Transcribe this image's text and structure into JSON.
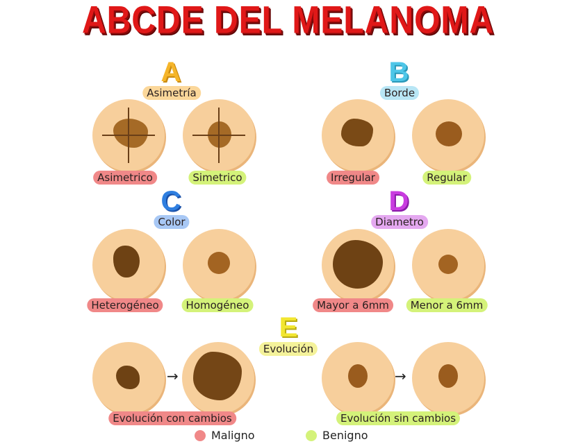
{
  "title": "ABCDE DEL MELANOMA",
  "colors": {
    "title": "#e01818",
    "maligno": "#f08888",
    "benigno": "#d4f27a",
    "skin": "#f7cf9c",
    "mole": "#8a5218"
  },
  "sections": {
    "A": {
      "letter": "A",
      "letter_color": "#f5b52a",
      "label": "Asimetría",
      "label_bg": "#fbd79a",
      "left": {
        "label": "Asimetrico",
        "type": "maligno"
      },
      "right": {
        "label": "Simetrico",
        "type": "benigno"
      }
    },
    "B": {
      "letter": "B",
      "letter_color": "#4ec6e8",
      "label": "Borde",
      "label_bg": "#b8e6f5",
      "left": {
        "label": "Irregular",
        "type": "maligno"
      },
      "right": {
        "label": "Regular",
        "type": "benigno"
      }
    },
    "C": {
      "letter": "C",
      "letter_color": "#2f7fe0",
      "label": "Color",
      "label_bg": "#a8c8f5",
      "left": {
        "label": "Heterogéneo",
        "type": "maligno"
      },
      "right": {
        "label": "Homogéneo",
        "type": "benigno"
      }
    },
    "D": {
      "letter": "D",
      "letter_color": "#c93be0",
      "label": "Diametro",
      "label_bg": "#e4a8f0",
      "left": {
        "label": "Mayor a 6mm",
        "type": "maligno"
      },
      "right": {
        "label": "Menor a 6mm",
        "type": "benigno"
      }
    },
    "E": {
      "letter": "E",
      "letter_color": "#f2e630",
      "label": "Evolución",
      "label_bg": "#f4f29a",
      "left": {
        "label": "Evolución con cambios",
        "type": "maligno"
      },
      "right": {
        "label": "Evolución sin cambios",
        "type": "benigno"
      }
    }
  },
  "arrow": "→",
  "legend": [
    {
      "label": "Maligno",
      "color": "#f08888"
    },
    {
      "label": "Benigno",
      "color": "#d4f27a"
    }
  ]
}
